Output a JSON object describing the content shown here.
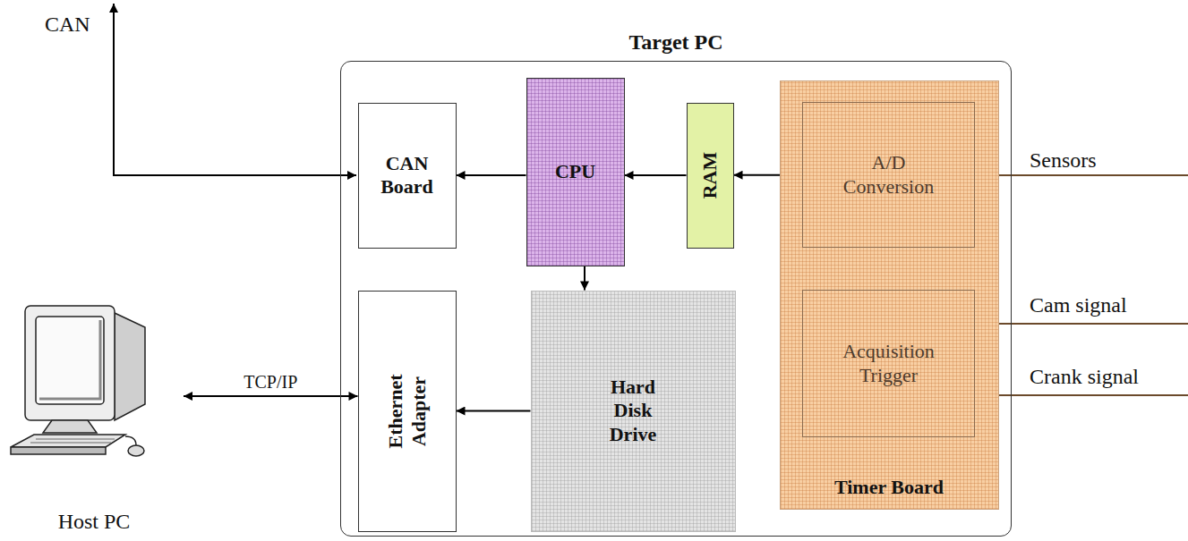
{
  "diagram": {
    "nodes": [
      {
        "text": [
          "Target PC"
        ]
      },
      {
        "text": [
          "CAN Board"
        ],
        "in": 0
      },
      {
        "text": [
          "CPU"
        ],
        "in": 0
      },
      {
        "text": [
          "RAM"
        ],
        "in": 0
      },
      {
        "text": [
          "Timer Board"
        ],
        "in": 0
      },
      {
        "text": [
          "A/D Conversion"
        ],
        "in": 4
      },
      {
        "text": [
          "Acquisition Trigger"
        ],
        "in": 4
      },
      {
        "text": [
          "Ethernet Adapter"
        ],
        "in": 0
      },
      {
        "text": [
          "Hard Disk Drive"
        ],
        "in": 0
      },
      {
        "text": [
          "Host PC"
        ]
      }
    ],
    "edges": [
      {
        "from": 5,
        "to": 3,
        "arrow": "to"
      },
      {
        "from": 3,
        "to": 2,
        "arrow": "to"
      },
      {
        "from": 2,
        "to": 1,
        "arrow": "to"
      },
      {
        "from": 2,
        "to": 8,
        "arrow": "to"
      },
      {
        "from": 8,
        "to": 7,
        "arrow": "to"
      },
      {
        "from": 7,
        "to": 9,
        "arrow": "both",
        "label": "TCP/IP"
      },
      {
        "from": 6,
        "to": 5,
        "arrow": "to"
      }
    ],
    "labels": [
      "CAN",
      "Sensors",
      "Cam signal",
      "Crank signal"
    ]
  }
}
